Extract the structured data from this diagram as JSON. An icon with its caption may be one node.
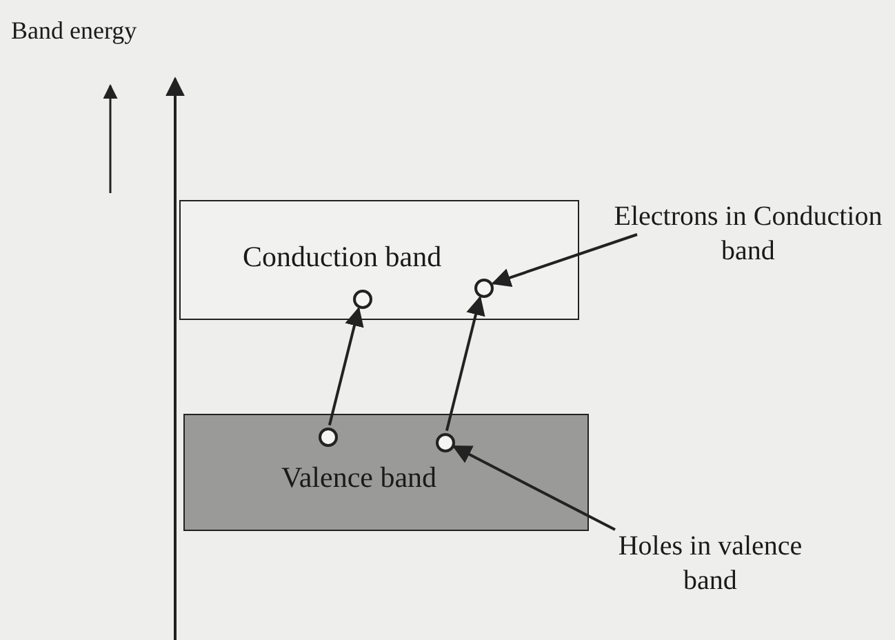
{
  "diagram": {
    "nodes": [
      {
        "text": [
          "Conduction band"
        ]
      },
      {
        "text": [],
        "shape": "circle",
        "in": 0
      },
      {
        "text": [],
        "shape": "circle",
        "in": 0
      },
      {
        "text": [
          "Electrons in Conduction band"
        ]
      },
      {
        "text": [
          "Valence band"
        ]
      },
      {
        "text": [],
        "shape": "circle",
        "in": 4
      },
      {
        "text": [],
        "shape": "circle",
        "in": 4
      },
      {
        "text": [
          "Holes in valence band"
        ]
      }
    ],
    "edges": [
      {
        "from": 5,
        "to": 1,
        "arrow": "to"
      },
      {
        "from": 6,
        "to": 2,
        "arrow": "to"
      },
      {
        "from": 3,
        "to": 2,
        "arrow": "to"
      },
      {
        "from": 7,
        "to": 6,
        "arrow": "to"
      }
    ],
    "labels": [
      "Band energy"
    ]
  }
}
